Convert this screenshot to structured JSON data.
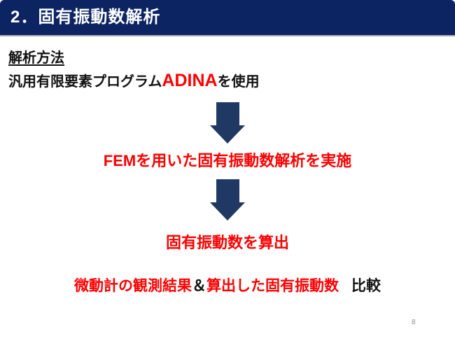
{
  "header": {
    "title": "2．固有振動数解析"
  },
  "method": {
    "heading": "解析方法",
    "program_prefix": "汎用有限要素プログラム",
    "program_name": "ADINA",
    "program_suffix": "を使用"
  },
  "flow": {
    "step_fem": "FEMを用いた固有振動数解析を実施",
    "step_output": "固有振動数を算出",
    "comparison": {
      "observed": "微動計の観測結果",
      "ampersand": "＆",
      "calculated": "算出した固有振動数",
      "compare_label": "比較"
    }
  },
  "footer": {
    "page_number": "8"
  },
  "icons": {
    "down_arrow": "css-shape-down-arrow"
  },
  "colors": {
    "header_bg": "#0d2463",
    "header_text": "#ffffff",
    "separator_gray": "#a6aab4",
    "arrow_navy": "#1f3864",
    "accent_red": "#ff0000",
    "body_text": "#111111",
    "page_number_gray": "#8c8c8c"
  }
}
